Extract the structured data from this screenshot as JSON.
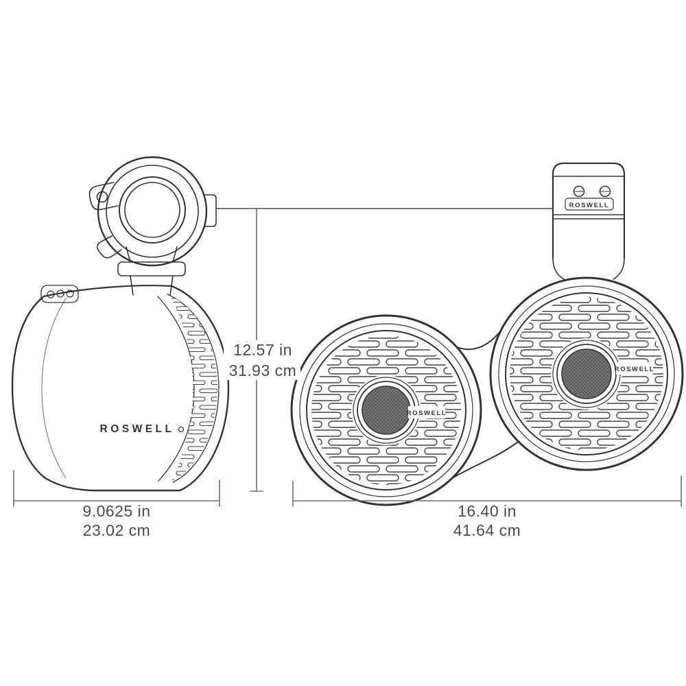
{
  "labels": {
    "side_body_brand": "ROSWELL",
    "clamp_brand": "ROSWELL",
    "front_left_brand": "ROSWELL",
    "front_right_brand": "ROSWELL"
  },
  "dimensions": {
    "height_in": "12.57 in",
    "height_cm": "31.93 cm",
    "depth_in": "9.0625 in",
    "depth_cm": "23.02 cm",
    "width_in": "16.40 in",
    "width_cm": "41.64 cm"
  },
  "colors": {
    "line": "#333333",
    "dimension_line": "#6e6e6e",
    "dimension_text": "#4a4a4a",
    "background": "#ffffff"
  }
}
